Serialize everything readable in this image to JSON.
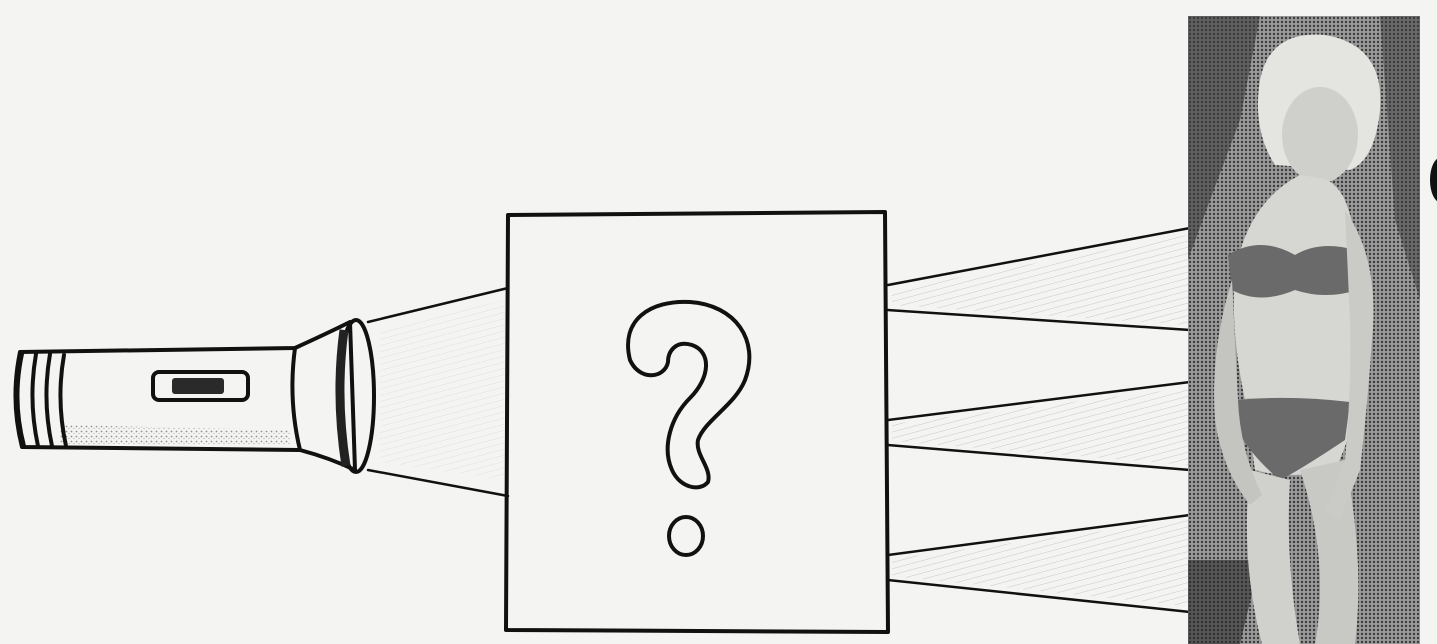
{
  "diagram": {
    "elements": {
      "flashlight": {
        "icon": "flashlight-icon"
      },
      "light_beam": {
        "icon": "light-beam"
      },
      "mystery_box": {
        "icon": "question-mark-icon",
        "glyph": "?"
      },
      "output_beams": {
        "count": 3
      },
      "photo": {
        "icon": "photo-of-woman-in-bikini"
      }
    },
    "colors": {
      "ink": "#111111",
      "paper": "#f4f4f2",
      "photo_dark": "#2a2a2a",
      "photo_mid": "#8a8a8a",
      "photo_light": "#d8d8d8"
    }
  }
}
